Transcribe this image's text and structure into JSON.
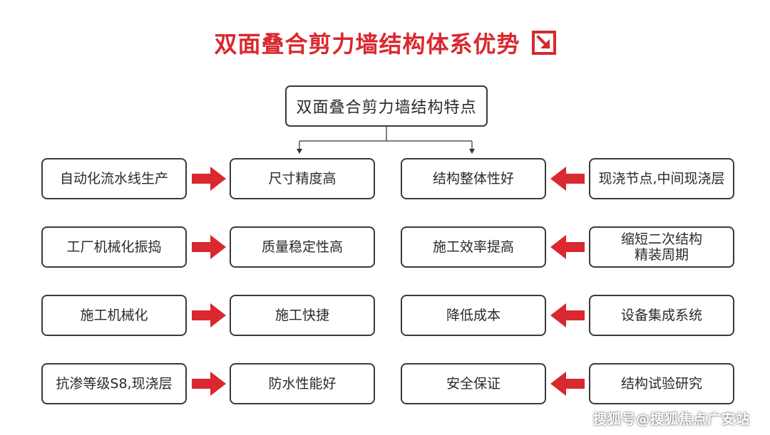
{
  "title": "双面叠合剪力墙结构体系优势",
  "root": "双面叠合剪力墙结构特点",
  "colors": {
    "accent": "#d9282f",
    "border": "#3a3a3a",
    "text": "#2a2a2a"
  },
  "icons": {
    "title_icon": "diagonal-arrow-down-right-icon",
    "flow_arrow": "red-arrow-icon"
  },
  "rows": [
    {
      "left_cause": [
        "自动化流水线生产"
      ],
      "left_effect": [
        "尺寸精度高"
      ],
      "right_effect": [
        "结构整体性好"
      ],
      "right_cause": [
        "现浇节点,中间现浇层"
      ]
    },
    {
      "left_cause": [
        "工厂机械化振捣"
      ],
      "left_effect": [
        "质量稳定性高"
      ],
      "right_effect": [
        "施工效率提高"
      ],
      "right_cause": [
        "缩短二次结构",
        "精装周期"
      ]
    },
    {
      "left_cause": [
        "施工机械化"
      ],
      "left_effect": [
        "施工快捷"
      ],
      "right_effect": [
        "降低成本"
      ],
      "right_cause": [
        "设备集成系统"
      ]
    },
    {
      "left_cause": [
        "抗渗等级S8,现浇层"
      ],
      "left_effect": [
        "防水性能好"
      ],
      "right_effect": [
        "安全保证"
      ],
      "right_cause": [
        "结构试验研究"
      ]
    }
  ],
  "watermark": "搜狐号@搜狐焦点广安站"
}
